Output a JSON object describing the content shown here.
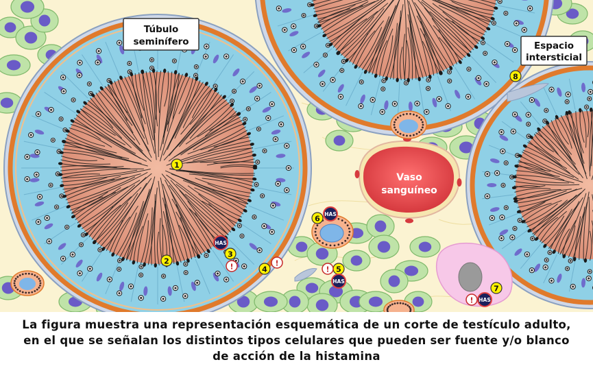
{
  "labels": {
    "tubule": [
      "Túbulo",
      "seminífero"
    ],
    "interstitial": [
      "Espacio",
      "intersticial"
    ],
    "vessel": [
      "Vaso",
      "sanguíneo"
    ]
  },
  "markers": {
    "n1": "1",
    "n2": "2",
    "n3": "3",
    "n4": "4",
    "n5": "5",
    "n6": "6",
    "n7": "7",
    "n8": "8",
    "has": "HAS",
    "alert": "!"
  },
  "caption": [
    "La figura muestra una representación esquemática de un corte de testículo adulto,",
    "en el que se señalan los distintos tipos celulares que pueden ser fuente y/o blanco",
    "de acción de la histamina"
  ],
  "colors": {
    "background": "#fbf3d2",
    "tubule_wall": "#e07a2c",
    "sertoli": "#8fd0e6",
    "lumen": "#e8a489",
    "vessel": "#e0474a",
    "leydig_cell": "#bfe3a8",
    "leydig_nucleus": "#6a5bc7",
    "marker": "#fff200",
    "has_badge": "#1a1f5a"
  }
}
